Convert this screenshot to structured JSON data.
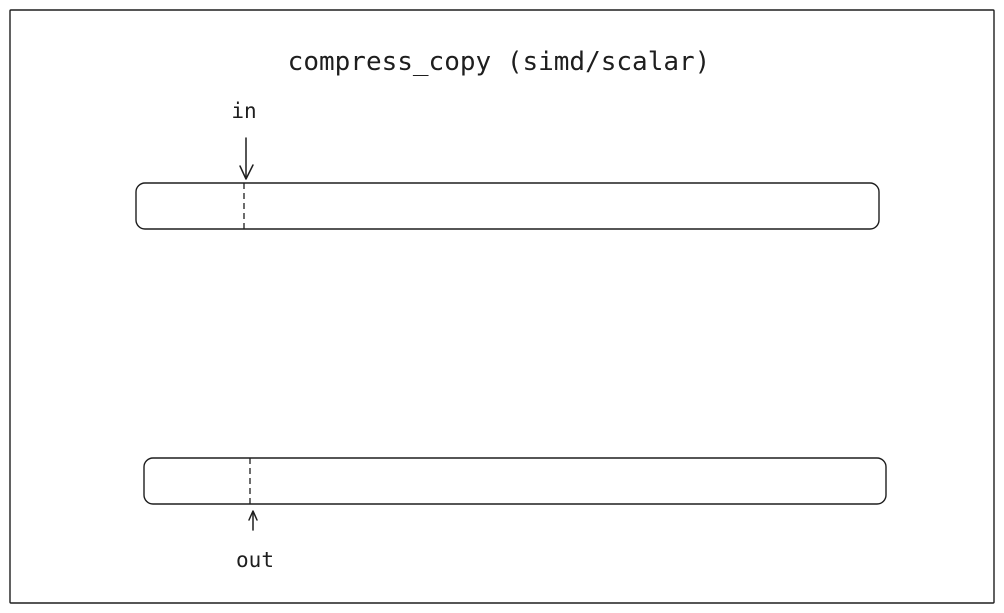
{
  "diagram": {
    "title": "compress_copy (simd/scalar)",
    "input_buffer": {
      "pointer_label": "in"
    },
    "output_buffer": {
      "pointer_label": "out"
    }
  },
  "colors": {
    "stroke": "#1e1e1e",
    "background": "#ffffff"
  }
}
